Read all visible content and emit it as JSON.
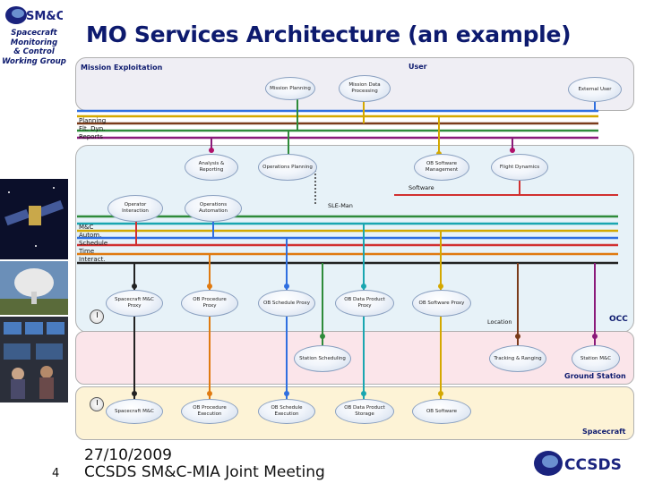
{
  "sidebar": {
    "logo_text": "SM&C",
    "working_group": [
      "Spacecraft",
      "Monitoring",
      "& Control",
      "Working Group"
    ]
  },
  "title": "MO Services Architecture (an example)",
  "zones": {
    "mission_exploitation": "Mission Exploitation",
    "user": "User",
    "occ": "OCC",
    "ground_station": "Ground Station",
    "spacecraft": "Spacecraft"
  },
  "top_services": {
    "mission_planning": "Mission Planning",
    "mission_data_processing": "Mission Data Processing",
    "external_user": "External User"
  },
  "service_list_top": [
    "Planning",
    "Flt. Dyn.",
    "Reports"
  ],
  "occ_row1": {
    "analysis_reporting": "Analysis & Reporting",
    "operations_planning": "Operations Planning",
    "ob_software_management": "OB Software Management",
    "flight_dynamics": "Flight Dynamics",
    "software_label": "Software"
  },
  "occ_row2": {
    "operator_interaction": "Operator Interaction",
    "operations_automation": "Operations Automation",
    "sle_man": "SLE-Man"
  },
  "service_list_mid": [
    "M&C",
    "Autom.",
    "Schedule",
    "Time",
    "Interact."
  ],
  "proxies": {
    "spacecraft_mc_proxy": "Spacecraft M&C Proxy",
    "ob_procedure_proxy": "OB Procedure Proxy",
    "ob_schedule_proxy": "OB Schedule Proxy",
    "ob_data_product_proxy": "OB Data Product Proxy",
    "ob_software_proxy": "OB Software Proxy",
    "location_label": "Location"
  },
  "ground": {
    "station_scheduling": "Station Scheduling",
    "tracking_ranging": "Tracking & Ranging",
    "station_mc": "Station M&C"
  },
  "spacecraft_services": {
    "spacecraft_mc": "Spacecraft M&C",
    "ob_procedure_execution": "OB Procedure Execution",
    "ob_schedule_execution": "OB Schedule Execution",
    "ob_data_product_storage": "OB Data Product Storage",
    "ob_software": "OB Software"
  },
  "footer": {
    "date": "27/10/2009",
    "meeting": "CCSDS SM&C-MIA Joint Meeting",
    "page": "4",
    "logo_text": "CCSDS"
  },
  "colors": {
    "title": "#0d1a6e",
    "mission_zone": "#efeef4",
    "occ_zone": "#e7f2f8",
    "ground_zone": "#fbe5ea",
    "spacecraft_zone": "#fdf3d6"
  }
}
